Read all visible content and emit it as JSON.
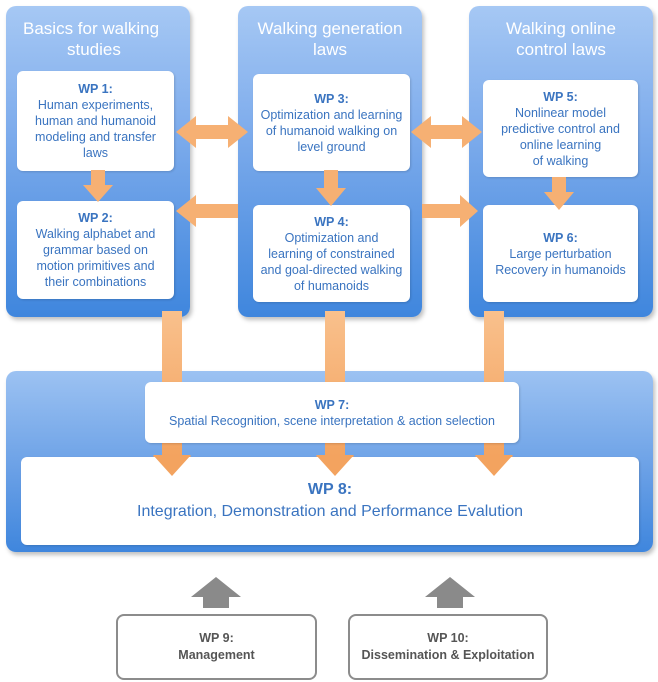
{
  "columns": [
    {
      "title_lines": [
        "Basics for walking",
        "studies"
      ]
    },
    {
      "title_lines": [
        "Walking generation",
        "laws"
      ]
    },
    {
      "title_lines": [
        "Walking online",
        "control laws"
      ]
    }
  ],
  "wp1": {
    "heading": "WP 1:",
    "lines": [
      "Human experiments,",
      "human and humanoid",
      "modeling and transfer",
      "laws"
    ]
  },
  "wp2": {
    "heading": "WP 2:",
    "lines": [
      "Walking alphabet and",
      "grammar based on",
      "motion primitives and",
      "their combinations"
    ]
  },
  "wp3": {
    "heading": "WP 3:",
    "lines": [
      "Optimization and learning",
      "of humanoid walking on",
      "level ground"
    ]
  },
  "wp4": {
    "heading": "WP 4:",
    "lines": [
      "Optimization and",
      "learning of constrained",
      "and goal-directed walking",
      "of humanoids"
    ]
  },
  "wp5": {
    "heading": "WP 5:",
    "lines": [
      "Nonlinear model",
      "predictive control and",
      "online learning",
      "of walking"
    ]
  },
  "wp6": {
    "heading": "WP 6:",
    "lines": [
      "Large perturbation",
      "Recovery in humanoids"
    ]
  },
  "wp7": {
    "heading": "WP 7:",
    "lines": [
      "Spatial Recognition, scene interpretation & action selection"
    ]
  },
  "wp8": {
    "heading": "WP 8:",
    "lines": [
      "Integration, Demonstration and Performance Evalution"
    ]
  },
  "wp9": {
    "heading": "WP 9:",
    "lines": [
      "Management"
    ]
  },
  "wp10": {
    "heading": "WP 10:",
    "lines": [
      "Dissemination & Exploitation"
    ]
  },
  "colors": {
    "arrow_orange": "#f6b073",
    "blue_text": "#3a74c0",
    "gray_arrow": "#8a8a8a",
    "gray_border": "#8c8c8c"
  }
}
